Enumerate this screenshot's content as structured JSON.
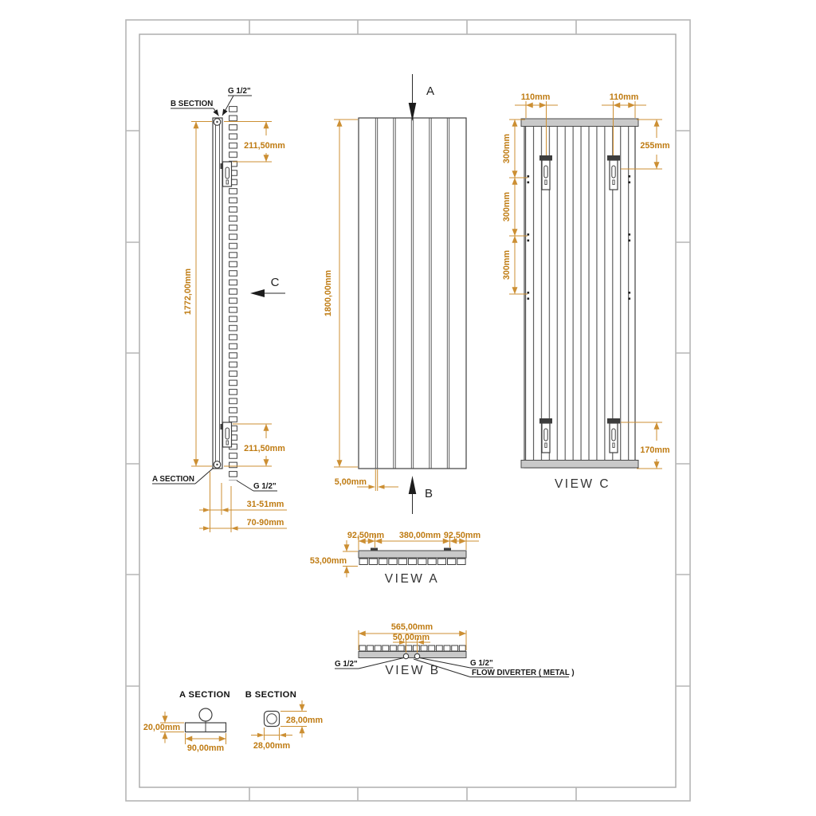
{
  "colors": {
    "dimension_text": "#bf7b12",
    "dimension_line": "#cc8f33",
    "drawing_line": "#3f3f3f",
    "panel_fill": "#c9c9c9"
  },
  "side_view": {
    "b_section_callout": "B SECTION",
    "g_half_top": "G 1/2\"",
    "dim_top_bracket": "211,50mm",
    "dim_bracket_span": "1772,00mm",
    "dim_bottom_bracket": "211,50mm",
    "a_section_callout": "A SECTION",
    "g_half_bottom": "G 1/2\"",
    "dim_wall_clearance_min": "31-51mm",
    "dim_wall_clearance_max": "70-90mm",
    "section_arrow_c": "C"
  },
  "front_view": {
    "section_arrow_a": "A",
    "section_arrow_b": "B",
    "dim_height": "1800,00mm",
    "dim_panel_gap": "5,00mm"
  },
  "view_c": {
    "title": "VIEW C",
    "dim_bracket_offset_left": "110mm",
    "dim_bracket_offset_right": "110mm",
    "dim_top_to_bracket": "255mm",
    "dim_hole_spacing_1": "300mm",
    "dim_hole_spacing_2": "300mm",
    "dim_hole_spacing_3": "300mm",
    "dim_bracket_to_bottom": "170mm"
  },
  "view_a": {
    "title": "VIEW A",
    "dim_side_left": "92,50mm",
    "dim_center": "380,00mm",
    "dim_side_right": "92,50mm",
    "dim_depth": "53,00mm"
  },
  "view_b": {
    "title": "VIEW B",
    "dim_width": "565,00mm",
    "dim_connection_spacing": "50,00mm",
    "g_half_left": "G 1/2\"",
    "g_half_right": "G 1/2\"",
    "flow_diverter_label": "FLOW DIVERTER ( METAL )"
  },
  "section_a": {
    "title": "A SECTION",
    "dim_height": "20,00mm",
    "dim_width": "90,00mm"
  },
  "section_b": {
    "title": "B SECTION",
    "dim_height": "28,00mm",
    "dim_width": "28,00mm"
  }
}
